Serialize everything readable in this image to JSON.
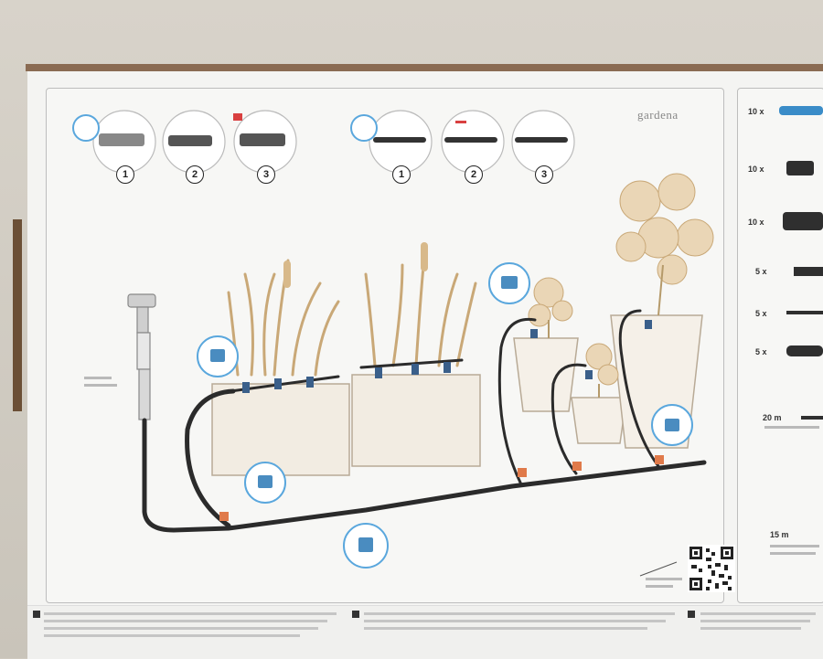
{
  "instructions_top_left": {
    "steps": [
      "1",
      "2",
      "3"
    ]
  },
  "instructions_top_right": {
    "steps": [
      "1",
      "2",
      "3"
    ]
  },
  "brand_mark": "gardena",
  "parts_list": {
    "quantities": [
      "10 x",
      "10 x",
      "10 x",
      "5 x",
      "5 x",
      "5 x",
      "20 m",
      "15 m"
    ]
  },
  "colors": {
    "accent_blue": "#5aa7dd",
    "hose": "#2b2b2b",
    "panel_border": "#bdbdbd"
  }
}
